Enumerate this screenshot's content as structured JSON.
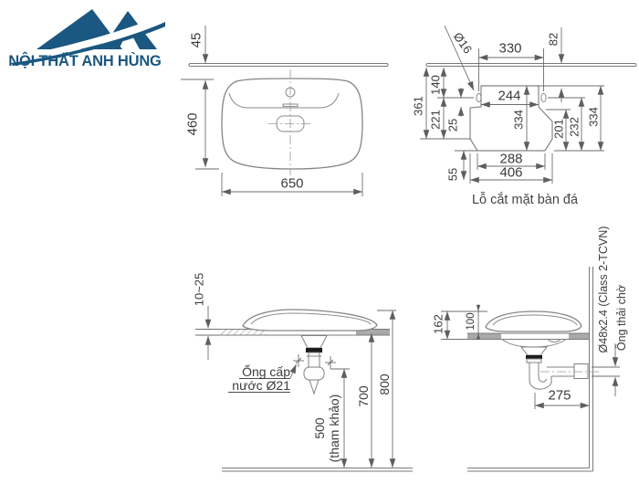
{
  "brand": {
    "name": "NỘI THẤT ANH HÙNG"
  },
  "colors": {
    "logo_blue": "#1a5781",
    "line_gray": "#787878",
    "text_gray": "#3c3c3c",
    "counter_fill": "#a9a9a9"
  },
  "top_view": {
    "wall_offset": "45",
    "depth": "460",
    "width": "650"
  },
  "cutout_view": {
    "caption": "Lỗ cắt mặt bàn đá",
    "tap_hole_dia": "Ø16",
    "tap_hole_span": "330",
    "edge_offset": "82",
    "total_depth": "361",
    "tap_hole_depth": "140",
    "tap_to_front": "221",
    "tap_clearance": "25",
    "notch_width": "244",
    "cut_depth_center": "334",
    "right_depth_inner": "201",
    "right_depth_mid": "232",
    "right_depth_outer": "334",
    "cut_width_inner": "288",
    "cut_width_outer": "406",
    "front_margin": "55"
  },
  "front_view": {
    "counter_thickness": "10~25",
    "supply_label_line1": "Ống cấp",
    "supply_label_line2": "nước Ø21",
    "supply_height": "500",
    "supply_note": "(tham khảo)",
    "counter_height": "700",
    "rim_height": "800"
  },
  "side_view": {
    "rim_to_counter_bottom": "162",
    "rim_above_counter": "100",
    "trap_to_wall": "275",
    "drain_pipe_spec": "Ø48x2.4 (Class 2-TCVN)",
    "waste_pipe_label": "Ống thải chờ"
  }
}
